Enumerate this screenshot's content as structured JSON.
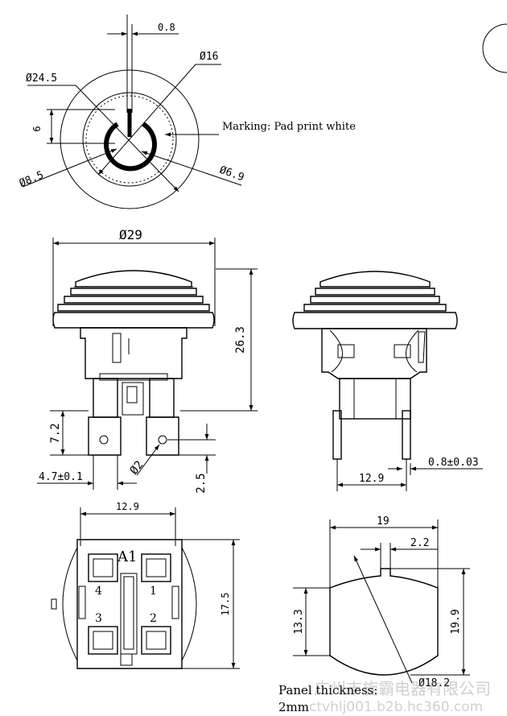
{
  "top_view": {
    "dim_0_8": "0.8",
    "dim_16": "Ø16",
    "dim_24_5": "Ø24.5",
    "dim_6": "6",
    "marking_note": "Marking: Pad  print white",
    "dim_8_5": "Ø8.5",
    "dim_6_9": "Ø6.9"
  },
  "front_view": {
    "dim_29": "Ø29",
    "dim_26_3": "26.3",
    "dim_7_2": "7.2",
    "dim_4_7": "4.7±0.1",
    "dim_hole": "Ø2",
    "dim_2_5": "2.5"
  },
  "side_view": {
    "dim_12_9": "12.9",
    "dim_0_8": "0.8±0.03"
  },
  "bottom_view": {
    "dim_12_9": "12.9",
    "dim_17_5": "17.5",
    "label_a1": "A1",
    "terminal_1": "1",
    "terminal_2": "2",
    "terminal_3": "3",
    "terminal_4": "4"
  },
  "panel_cutout": {
    "dim_19": "19",
    "dim_2_2": "2.2",
    "dim_13_3": "13.3",
    "dim_19_9": "19.9",
    "dim_18_2": "Ø18.2",
    "note_line1": "Panel thickness:",
    "note_line2": "2mm"
  },
  "watermark": {
    "company": "广州市旋霸电器有限公司",
    "url": "ctvhlj001.b2b.hc360.com"
  }
}
